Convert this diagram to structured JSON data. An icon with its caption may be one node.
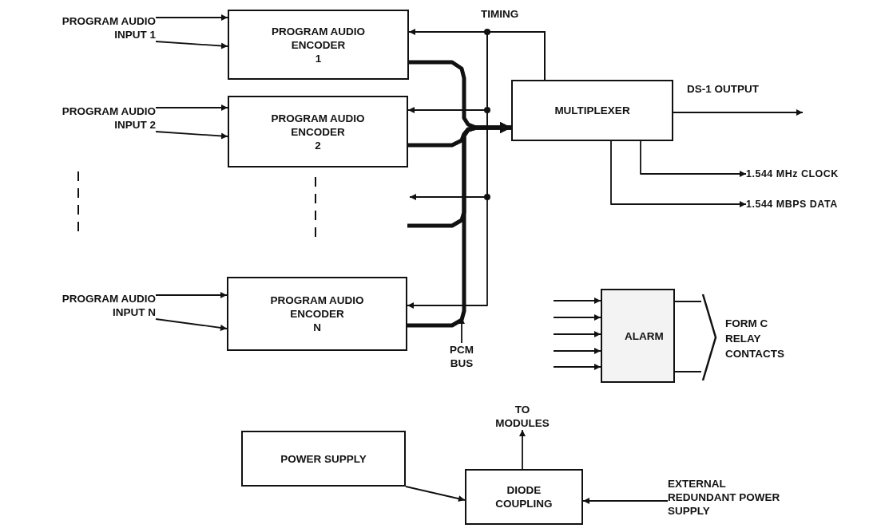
{
  "diagram": {
    "nodes": [
      {
        "text": [
          "PROGRAM AUDIO INPUT 1"
        ]
      },
      {
        "text": [
          "PROGRAM AUDIO ENCODER",
          "1"
        ]
      },
      {
        "text": [
          "PROGRAM AUDIO INPUT 2"
        ]
      },
      {
        "text": [
          "PROGRAM AUDIO ENCODER",
          "2"
        ]
      },
      {
        "text": [
          "PROGRAM AUDIO INPUT N"
        ]
      },
      {
        "text": [
          "PROGRAM AUDIO ENCODER",
          "N"
        ]
      },
      {
        "text": [
          "MULTIPLEXER"
        ]
      },
      {
        "text": [
          "1.544 MHz CLOCK"
        ]
      },
      {
        "text": [
          "1.544 MBPS DATA"
        ]
      },
      {
        "text": [
          "ALARM"
        ]
      },
      {
        "text": [
          "FORM C RELAY CONTACTS"
        ]
      },
      {
        "text": [
          "PCM BUS"
        ]
      },
      {
        "text": [
          "TO MODULES"
        ]
      },
      {
        "text": [
          "POWER SUPPLY"
        ]
      },
      {
        "text": [
          "DIODE COUPLING"
        ]
      },
      {
        "text": [
          "EXTERNAL REDUNDANT POWER SUPPLY"
        ]
      }
    ],
    "edges": [
      {
        "from": 0,
        "to": 1,
        "arrow": "to"
      },
      {
        "from": 0,
        "to": 1,
        "arrow": "to"
      },
      {
        "from": 2,
        "to": 3,
        "arrow": "to"
      },
      {
        "from": 2,
        "to": 3,
        "arrow": "to"
      },
      {
        "from": 4,
        "to": 5,
        "arrow": "to"
      },
      {
        "from": 4,
        "to": 5,
        "arrow": "to"
      },
      {
        "from": 1,
        "to": 6,
        "arrow": "to",
        "style": "thick"
      },
      {
        "from": 3,
        "to": 6,
        "arrow": "to",
        "style": "thick"
      },
      {
        "from": 5,
        "to": 6,
        "arrow": "to",
        "style": "thick"
      },
      {
        "from": null,
        "to": 6,
        "arrow": "to",
        "style": "thick"
      },
      {
        "from": 6,
        "to": 1,
        "arrow": "to"
      },
      {
        "from": 6,
        "to": 3,
        "arrow": "to"
      },
      {
        "from": 6,
        "to": null,
        "arrow": "to"
      },
      {
        "from": 6,
        "to": 5,
        "arrow": "to"
      },
      {
        "from": 6,
        "to": null,
        "arrow": "to",
        "label": "DS-1 OUTPUT"
      },
      {
        "from": 6,
        "to": 7,
        "arrow": "to"
      },
      {
        "from": 6,
        "to": 8,
        "arrow": "to"
      },
      {
        "from": null,
        "to": 9,
        "arrow": "to"
      },
      {
        "from": null,
        "to": 9,
        "arrow": "to"
      },
      {
        "from": null,
        "to": 9,
        "arrow": "to"
      },
      {
        "from": null,
        "to": 9,
        "arrow": "to"
      },
      {
        "from": null,
        "to": 9,
        "arrow": "to"
      },
      {
        "from": 9,
        "to": 10,
        "arrow": "none"
      },
      {
        "from": 9,
        "to": 10,
        "arrow": "none"
      },
      {
        "from": 11,
        "to": null,
        "arrow": "to"
      },
      {
        "from": 14,
        "to": 12,
        "arrow": "to"
      },
      {
        "from": 13,
        "to": 14,
        "arrow": "to"
      },
      {
        "from": 15,
        "to": 14,
        "arrow": "to"
      }
    ],
    "labels": [
      "TIMING"
    ]
  }
}
